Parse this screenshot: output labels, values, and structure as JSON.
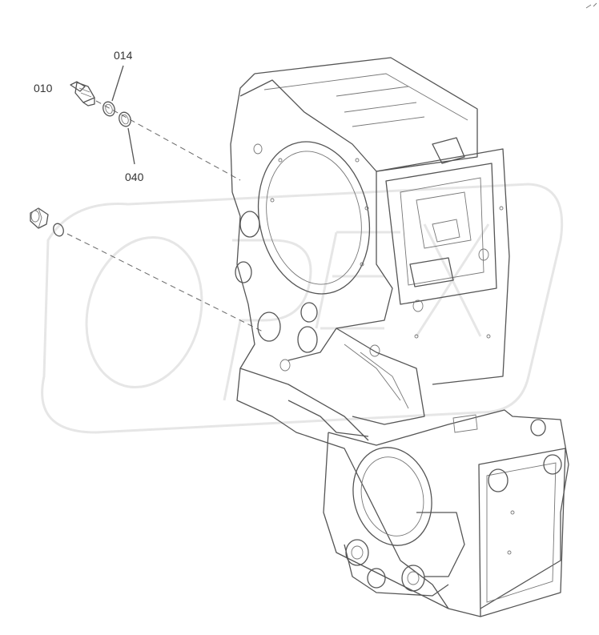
{
  "callouts": {
    "c010": "010",
    "c014": "014",
    "c040": "040"
  },
  "watermark": "OREX",
  "colors": {
    "line": "#555555",
    "watermark": "#e6e6e6",
    "background": "#ffffff"
  }
}
